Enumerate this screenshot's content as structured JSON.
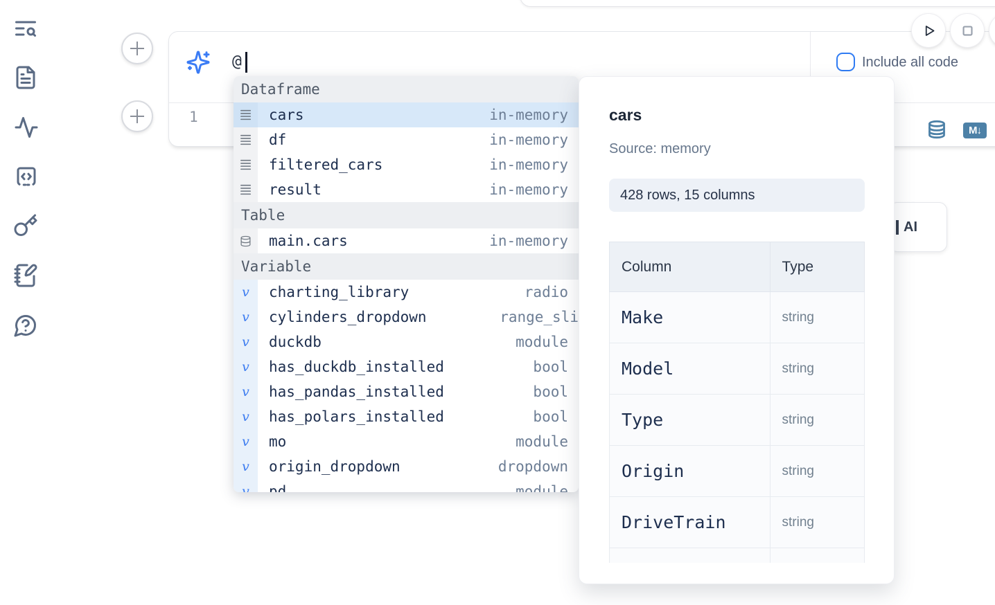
{
  "sidebar": {
    "icons": [
      "text-search-icon",
      "file-text-icon",
      "activity-icon",
      "code-snippet-icon",
      "key-icon",
      "notebook-pen-icon",
      "help-chat-icon"
    ]
  },
  "cell": {
    "ai_input_value": "@",
    "include_all_code_label": "Include all code",
    "checkbox_checked": false,
    "line_number": "1",
    "markdown_badge_text": "M↓"
  },
  "autocomplete": {
    "sections": [
      {
        "label": "Dataframe",
        "items": [
          {
            "icon": "rows-icon",
            "name": "cars",
            "type": "in-memory",
            "selected": true
          },
          {
            "icon": "rows-icon",
            "name": "df",
            "type": "in-memory"
          },
          {
            "icon": "rows-icon",
            "name": "filtered_cars",
            "type": "in-memory"
          },
          {
            "icon": "rows-icon",
            "name": "result",
            "type": "in-memory"
          }
        ]
      },
      {
        "label": "Table",
        "items": [
          {
            "icon": "database-icon",
            "name": "main.cars",
            "type": "in-memory"
          }
        ]
      },
      {
        "label": "Variable",
        "items": [
          {
            "icon": "variable-icon",
            "name": "charting_library",
            "type": "radio"
          },
          {
            "icon": "variable-icon",
            "name": "cylinders_dropdown",
            "type": "range_sli",
            "clipped": true
          },
          {
            "icon": "variable-icon",
            "name": "duckdb",
            "type": "module"
          },
          {
            "icon": "variable-icon",
            "name": "has_duckdb_installed",
            "type": "bool"
          },
          {
            "icon": "variable-icon",
            "name": "has_pandas_installed",
            "type": "bool"
          },
          {
            "icon": "variable-icon",
            "name": "has_polars_installed",
            "type": "bool"
          },
          {
            "icon": "variable-icon",
            "name": "mo",
            "type": "module"
          },
          {
            "icon": "variable-icon",
            "name": "origin_dropdown",
            "type": "dropdown"
          },
          {
            "icon": "variable-icon",
            "name": "pd",
            "type": "module"
          }
        ]
      }
    ]
  },
  "popup": {
    "title": "cars",
    "source": "Source: memory",
    "shape_badge": "428 rows, 15 columns",
    "table": {
      "headers": [
        "Column",
        "Type"
      ],
      "rows": [
        [
          "Make",
          "string"
        ],
        [
          "Model",
          "string"
        ],
        [
          "Type",
          "string"
        ],
        [
          "Origin",
          "string"
        ],
        [
          "DriveTrain",
          "string"
        ]
      ],
      "partial_row": true
    }
  },
  "ai_button": {
    "visible_label": "AI"
  },
  "colors": {
    "accent_blue": "#2f7bf3",
    "sparkle_blue": "#3b7cf5",
    "steel_blue": "#4d81a7",
    "selection_blue": "#d7e8f9",
    "slate_icon": "#5b6b84"
  }
}
